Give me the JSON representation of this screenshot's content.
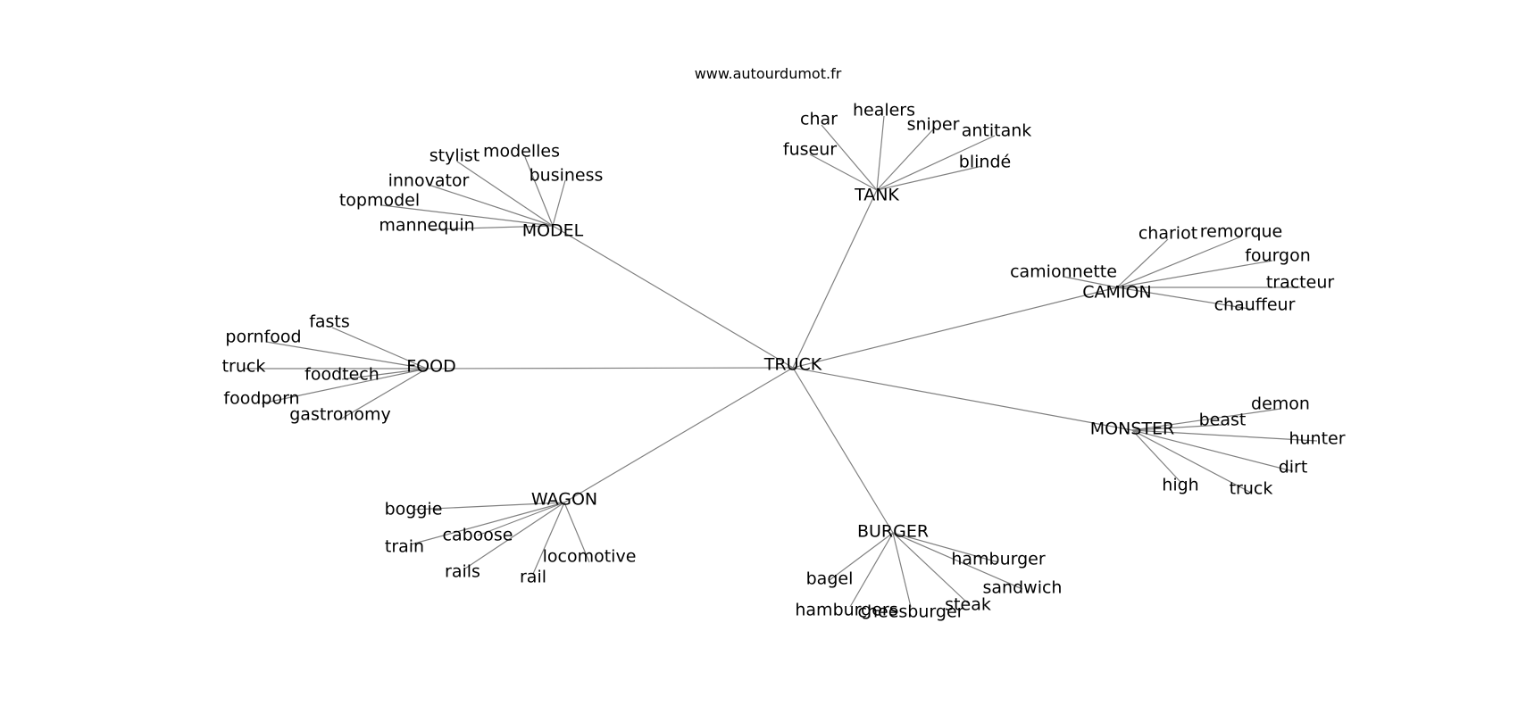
{
  "source": "www.autourdumot.fr",
  "center": "TRUCK",
  "clusters": [
    {
      "hub": "TANK",
      "words": [
        "char",
        "healers",
        "sniper",
        "antitank",
        "fuseur",
        "blindé"
      ]
    },
    {
      "hub": "MODEL",
      "words": [
        "stylist",
        "modelles",
        "innovator",
        "business",
        "topmodel",
        "mannequin"
      ]
    },
    {
      "hub": "CAMION",
      "words": [
        "chariot",
        "remorque",
        "fourgon",
        "camionnette",
        "tracteur",
        "chauffeur"
      ]
    },
    {
      "hub": "FOOD",
      "words": [
        "fasts",
        "pornfood",
        "truck",
        "foodtech",
        "foodporn",
        "gastronomy"
      ]
    },
    {
      "hub": "MONSTER",
      "words": [
        "demon",
        "beast",
        "hunter",
        "dirt",
        "high",
        "truck"
      ]
    },
    {
      "hub": "WAGON",
      "words": [
        "boggie",
        "caboose",
        "train",
        "locomotive",
        "rails",
        "rail"
      ]
    },
    {
      "hub": "BURGER",
      "words": [
        "hamburger",
        "sandwich",
        "bagel",
        "steak",
        "hamburgers",
        "cheesburger"
      ]
    }
  ]
}
